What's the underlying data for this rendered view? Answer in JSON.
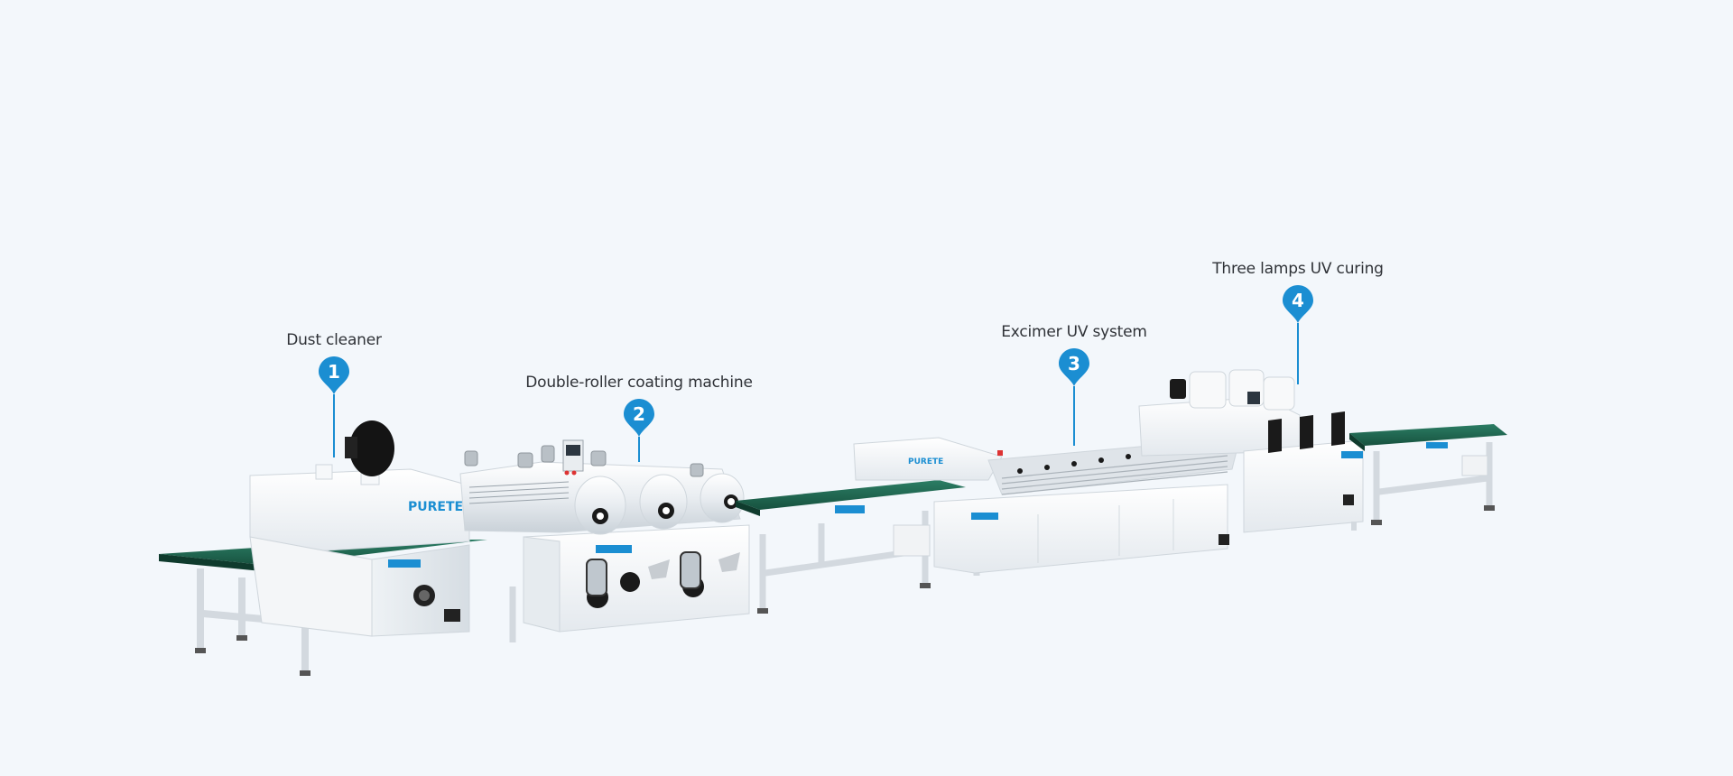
{
  "brand": {
    "name": "PURETE",
    "accent": "#1b8ed2",
    "belt_color": "#1f6b55",
    "background": "#f3f7fb"
  },
  "hotspots": [
    {
      "number": "1",
      "label": "Dust cleaner"
    },
    {
      "number": "2",
      "label": "Double-roller coating machine"
    },
    {
      "number": "3",
      "label": "Excimer UV system"
    },
    {
      "number": "4",
      "label": "Three lamps UV curing"
    }
  ]
}
